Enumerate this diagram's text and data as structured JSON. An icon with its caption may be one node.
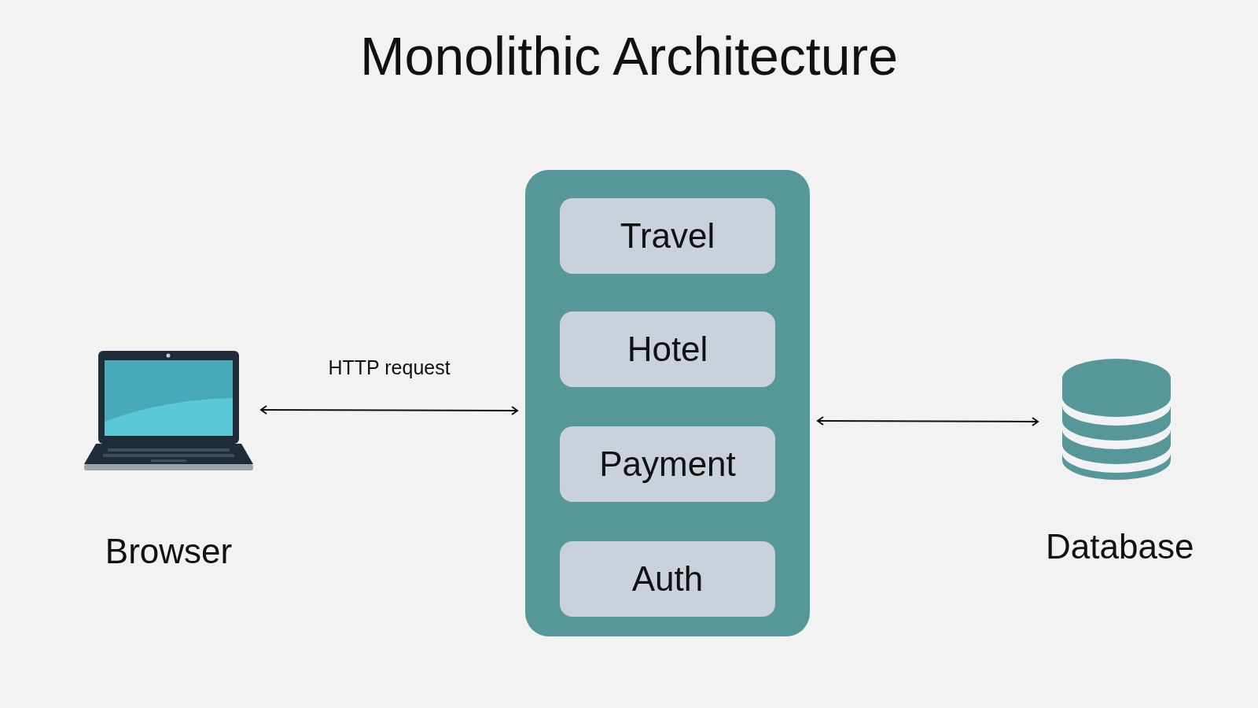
{
  "diagram": {
    "title": "Monolithic Architecture",
    "nodes": [
      {
        "text": [
          "Browser"
        ]
      },
      {
        "text": [],
        "shape": "box"
      },
      {
        "text": [
          "Travel"
        ],
        "in": 1
      },
      {
        "text": [
          "Hotel"
        ],
        "in": 1
      },
      {
        "text": [
          "Payment"
        ],
        "in": 1
      },
      {
        "text": [
          "Auth"
        ],
        "in": 1
      },
      {
        "text": [
          "Database"
        ]
      }
    ],
    "edges": [
      {
        "from": 0,
        "to": 1,
        "arrow": "both",
        "label": "HTTP request"
      },
      {
        "from": 1,
        "to": 6,
        "arrow": "both"
      }
    ]
  }
}
